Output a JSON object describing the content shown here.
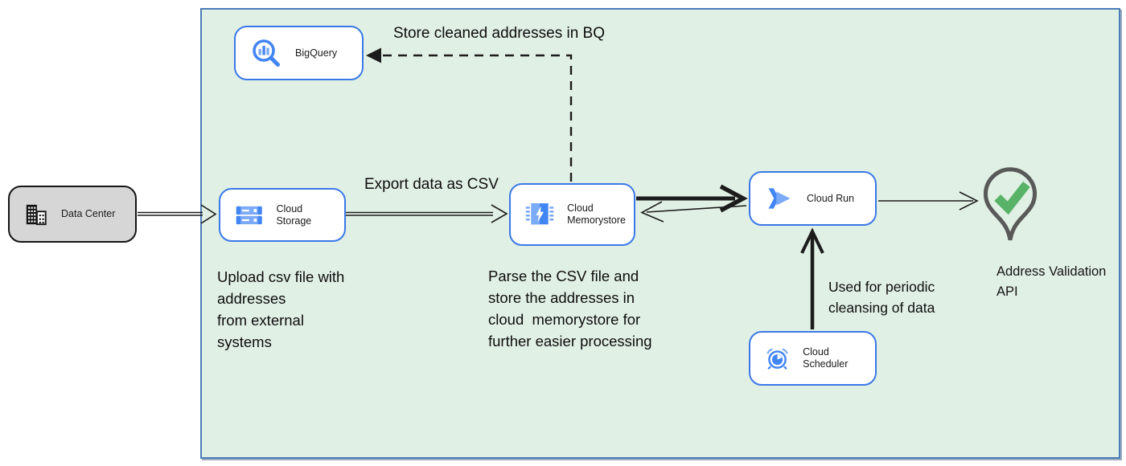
{
  "nodes": {
    "data_center": {
      "label": "Data Center"
    },
    "bigquery": {
      "label": "BigQuery"
    },
    "cloud_storage": {
      "label": "Cloud Storage"
    },
    "cloud_memorystore": {
      "lines": [
        "Cloud",
        "Memorystore"
      ]
    },
    "cloud_run": {
      "label": "Cloud Run"
    },
    "cloud_scheduler": {
      "label": "Cloud Scheduler"
    },
    "address_validation": {
      "lines": [
        "Address Validation",
        "API"
      ]
    }
  },
  "edge_labels": {
    "store_bq": "Store cleaned addresses in BQ",
    "export_csv": "Export data as CSV",
    "periodic": [
      "Used for periodic",
      "cleansing of data"
    ]
  },
  "annotations": {
    "upload": [
      "Upload csv file with",
      "addresses",
      "from external",
      "systems"
    ],
    "parse": [
      "Parse the CSV file and",
      "store the addresses in",
      "cloud  memorystore for",
      "further easier processing"
    ]
  },
  "colors": {
    "container_fill": "#e1f0e5",
    "container_border": "#4b7cb8",
    "node_border": "#3b78e7",
    "node_fill": "#ffffff",
    "datacenter_fill": "#d6d6d6",
    "datacenter_border": "#141414",
    "gcp_blue": "#4285f4",
    "gcp_blue_light": "#7baaf7",
    "check_green": "#58b368",
    "pin_gray": "#595959",
    "arrow": "#1c1c1c",
    "text": "#111111"
  }
}
